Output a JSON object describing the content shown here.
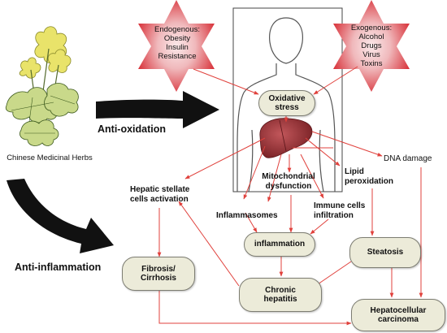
{
  "stars": {
    "endogenous": "Endogenous:\nObesity\nInsulin\nResistance",
    "exogenous": "Exogenous:\nAlcohol\nDrugs\nVirus\nToxins"
  },
  "herbs_label": "Chinese Medicinal Herbs",
  "treatments": {
    "anti_oxidation": "Anti-oxidation",
    "anti_inflammation": "Anti-inflammation"
  },
  "nodes": {
    "oxidative_stress": "Oxidative\nstress",
    "mitochondrial_dysfunction": "Mitochondrial\ndysfunction",
    "lipid_peroxidation": "Lipid\nperoxidation",
    "dna_damage": "DNA damage",
    "hepatic_stellate": "Hepatic stellate\ncells activation",
    "inflammasomes": "Inflammasomes",
    "immune_cells": "Immune cells\ninfiltration",
    "inflammation": "inflammation",
    "steatosis": "Steatosis",
    "fibrosis": "Fibrosis/\nCirrhosis",
    "chronic_hepatitis": "Chronic\nhepatitis",
    "hcc": "Hepatocellular\ncarcinoma"
  },
  "colors": {
    "arrow": "#e0413c",
    "star_outer": "#d8323a",
    "star_inner": "#f2c4c6",
    "pill_fill": "#ecebd9",
    "liver": "#8c2a2e",
    "treatment_arrow": "#111111"
  },
  "icons": [
    "herb-plant-icon",
    "human-torso-icon",
    "liver-icon"
  ]
}
